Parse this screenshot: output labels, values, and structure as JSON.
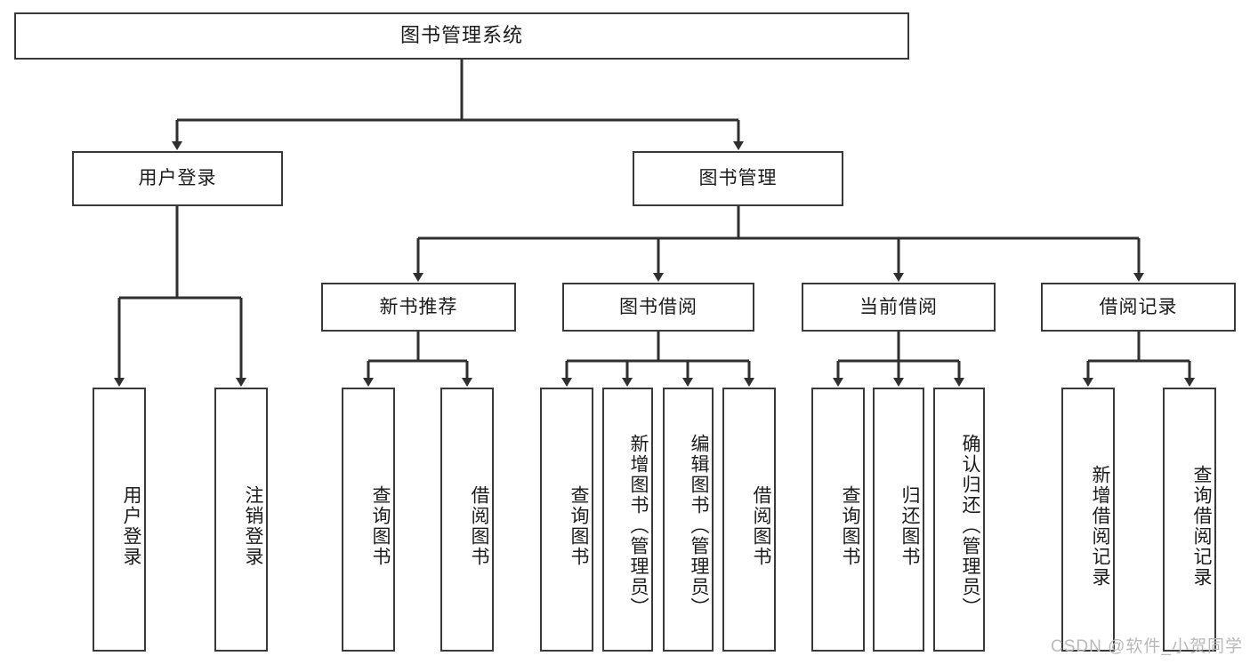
{
  "diagram": {
    "type": "tree-hierarchy",
    "title": "图书管理系统",
    "colors": {
      "stroke": "#3a3a3a",
      "fill": "#ffffff",
      "text": "#1c1c1c",
      "watermark": "#b9b9b9"
    },
    "root": {
      "label": "图书管理系统"
    },
    "level2": [
      {
        "label": "用户登录"
      },
      {
        "label": "图书管理"
      }
    ],
    "level3": [
      {
        "label": "新书推荐"
      },
      {
        "label": "图书借阅"
      },
      {
        "label": "当前借阅"
      },
      {
        "label": "借阅记录"
      }
    ],
    "leaves": {
      "user_login": [
        {
          "label": "用户登录"
        },
        {
          "label": "注销登录"
        }
      ],
      "new_book_recommend": [
        {
          "label": "查询图书"
        },
        {
          "label": "借阅图书"
        }
      ],
      "book_borrow": [
        {
          "label": "查询图书"
        },
        {
          "label": "新增图书（管理员）"
        },
        {
          "label": "编辑图书（管理员）"
        },
        {
          "label": "借阅图书"
        }
      ],
      "current_borrow": [
        {
          "label": "查询图书"
        },
        {
          "label": "归还图书"
        },
        {
          "label": "确认归还（管理员）"
        }
      ],
      "borrow_record": [
        {
          "label": "新增借阅记录"
        },
        {
          "label": "查询借阅记录"
        }
      ]
    }
  },
  "watermark": {
    "text": "CSDN @软件_小贺同学"
  }
}
